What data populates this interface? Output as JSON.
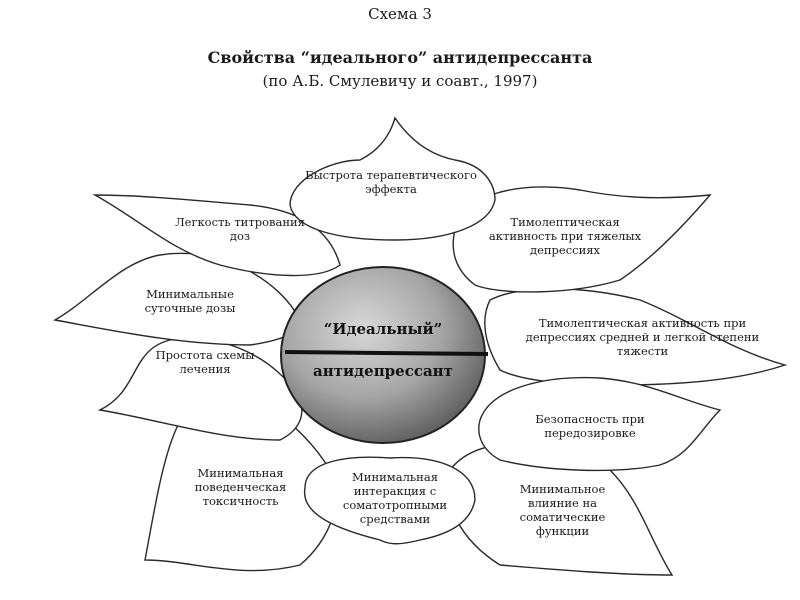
{
  "header": {
    "scheme": "Схема 3",
    "title": "Свойства “идеального” антидепрессанта",
    "subtitle": "(по А.Б. Смулевичу и соавт., 1997)"
  },
  "core": {
    "line1": "“Идеальный”",
    "line2": "антидепрессант"
  },
  "petals": {
    "fast_effect": "Быстрота терапевтического эффекта",
    "dose_titration": "Легкость титрования доз",
    "thymoleptic_severe": "Тимолептическая активность при тяжелых депрессиях",
    "min_daily_dose": "Минимальные суточные дозы",
    "thymoleptic_moderate": "Тимолептическая активность при депрессиях средней и легкой степени тяжести",
    "simple_scheme": "Простота схемы лечения",
    "overdose_safety": "Безопасность при передозировке",
    "min_behavioral_toxicity": "Минимальная поведенческая токсичность",
    "min_interaction": "Минимальная интеракция с соматотропными средствами",
    "min_somatic_influence": "Минимальное влияние на соматические функции"
  }
}
